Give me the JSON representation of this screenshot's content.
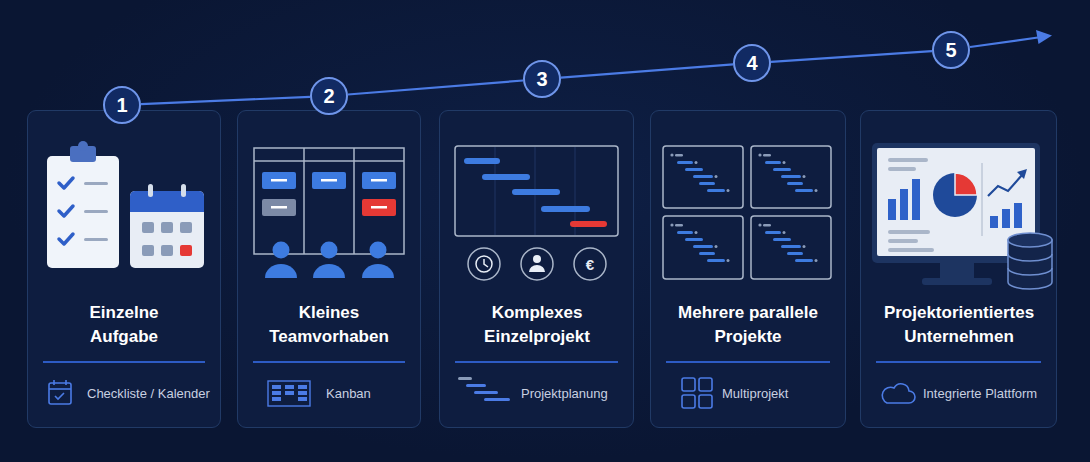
{
  "diagram": {
    "nodes": [
      {
        "text": [
          "1"
        ]
      },
      {
        "text": [
          "Einzelne Aufgabe",
          "Checkliste / Kalender"
        ]
      },
      {
        "text": [
          "2"
        ]
      },
      {
        "text": [
          "Kleines Teamvorhaben",
          "Kanban"
        ]
      },
      {
        "text": [
          "3"
        ]
      },
      {
        "text": [
          "Komplexes Einzelprojekt",
          "Projektplanung"
        ]
      },
      {
        "text": [
          "4"
        ]
      },
      {
        "text": [
          "Mehrere parallele Projekte",
          "Multiprojekt"
        ]
      },
      {
        "text": [
          "5"
        ]
      },
      {
        "text": [
          "Projektorientiertes Unternehmen",
          "Integrierte Plattform"
        ]
      }
    ],
    "edges": [
      {
        "from": 0,
        "to": 2,
        "arrow": "none"
      },
      {
        "from": 2,
        "to": 4,
        "arrow": "none"
      },
      {
        "from": 4,
        "to": 6,
        "arrow": "none"
      },
      {
        "from": 6,
        "to": 8,
        "arrow": "none"
      }
    ],
    "labels": [
      "€"
    ]
  }
}
